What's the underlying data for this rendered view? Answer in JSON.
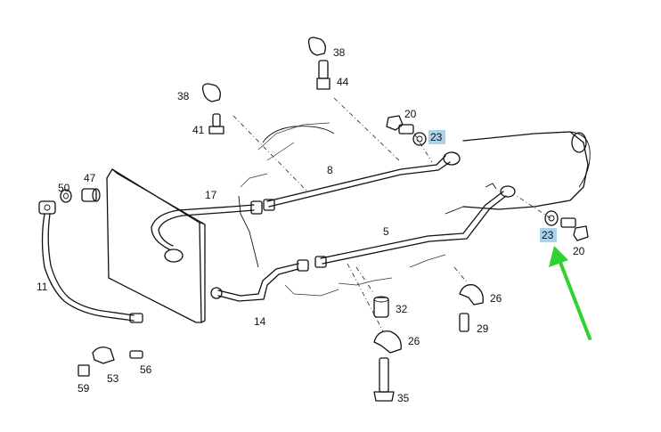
{
  "diagram": {
    "callouts": [
      {
        "id": "c38a",
        "text": "38"
      },
      {
        "id": "c44",
        "text": "44"
      },
      {
        "id": "c38b",
        "text": "38"
      },
      {
        "id": "c41",
        "text": "41"
      },
      {
        "id": "c20a",
        "text": "20"
      },
      {
        "id": "c23a",
        "text": "23"
      },
      {
        "id": "c8",
        "text": "8"
      },
      {
        "id": "c47",
        "text": "47"
      },
      {
        "id": "c50",
        "text": "50"
      },
      {
        "id": "c17",
        "text": "17"
      },
      {
        "id": "c5",
        "text": "5"
      },
      {
        "id": "c23b",
        "text": "23"
      },
      {
        "id": "c20b",
        "text": "20"
      },
      {
        "id": "c11",
        "text": "11"
      },
      {
        "id": "c26a",
        "text": "26"
      },
      {
        "id": "c32",
        "text": "32"
      },
      {
        "id": "c14",
        "text": "14"
      },
      {
        "id": "c29",
        "text": "29"
      },
      {
        "id": "c26b",
        "text": "26"
      },
      {
        "id": "c56",
        "text": "56"
      },
      {
        "id": "c53",
        "text": "53"
      },
      {
        "id": "c59",
        "text": "59"
      },
      {
        "id": "c35",
        "text": "35"
      }
    ],
    "highlight_color": "#a9d3ec",
    "arrow_color": "#2fd32f"
  }
}
